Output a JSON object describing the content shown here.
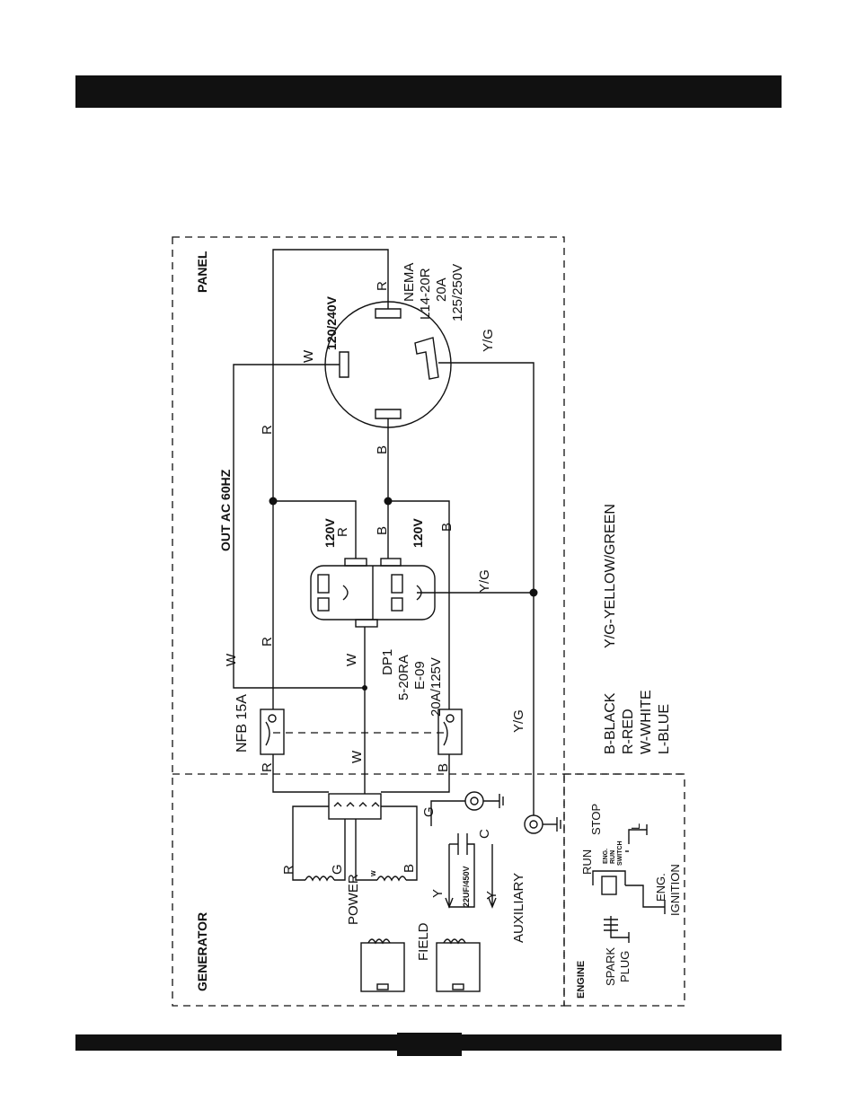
{
  "sections": {
    "panel": "PANEL",
    "generator": "GENERATOR",
    "engine": "ENGINE"
  },
  "panel": {
    "out_ac": "OUT  AC  60HZ",
    "twist_lock": {
      "voltage": "120/240V",
      "nema": "NEMA",
      "model": "L14-20R",
      "amps": "20A",
      "rating": "125/250V"
    },
    "duplex": {
      "name": "DP1",
      "model": "5-20RA",
      "code": "E-09",
      "rating": "20A/125V",
      "voltage_top": "120V",
      "voltage_bottom": "120V"
    },
    "breaker": "NFB 15A"
  },
  "wire_letters": {
    "r": "R",
    "w": "W",
    "b": "B",
    "g": "G",
    "c": "C",
    "y": "Y",
    "l": "L",
    "yg": "Y/G"
  },
  "generator": {
    "power": "POWER",
    "field": "FIELD",
    "auxiliary": "AUXILIARY",
    "capacitor": "22UF/450V",
    "w_small": "W"
  },
  "engine": {
    "run": "RUN",
    "stop": "STOP",
    "eng_switch": [
      "ENG.",
      "RUN",
      "SWITCH"
    ],
    "eng_ignition": "ENG.",
    "ignition": "IGNITION",
    "spark": "SPARK",
    "plug": "PLUG"
  },
  "legend": {
    "black": "B-BLACK",
    "red": "R-RED",
    "white": "W-WHITE",
    "blue": "L-BLUE",
    "yg": "Y/G-YELLOW/GREEN"
  }
}
